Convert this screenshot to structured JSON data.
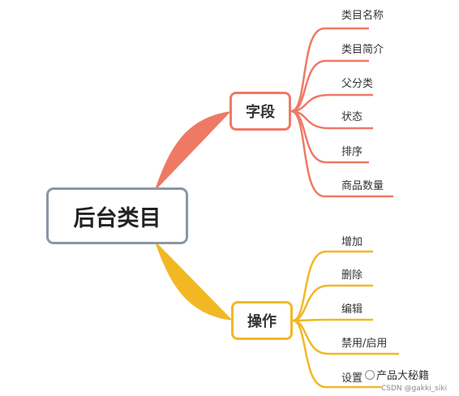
{
  "root": {
    "label": "后台类目"
  },
  "colors": {
    "root_border": "#8a97a5",
    "fields": "#ee7a66",
    "operations": "#f2b824"
  },
  "branches": [
    {
      "label": "字段",
      "items": [
        "类目名称",
        "类目简介",
        "父分类",
        "状态",
        "排序",
        "商品数量"
      ]
    },
    {
      "label": "操作",
      "items": [
        "增加",
        "删除",
        "编辑",
        "禁用/启用",
        "设置"
      ]
    }
  ],
  "watermark": {
    "text": "产品大秘籍",
    "site": "CSDN @gakki_siki"
  }
}
